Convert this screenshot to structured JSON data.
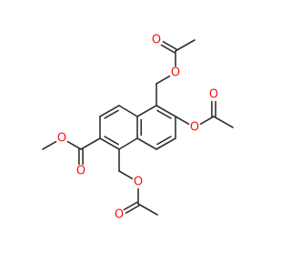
{
  "molecule": {
    "atom_color_oxygen": "#ff0d0d",
    "bond_color": "#303030",
    "background_color": "#ffffff",
    "atoms": [
      {
        "id": "o1",
        "label": "O"
      },
      {
        "id": "o2",
        "label": "O"
      },
      {
        "id": "o3",
        "label": "O"
      },
      {
        "id": "o4",
        "label": "O"
      },
      {
        "id": "o5",
        "label": "O"
      },
      {
        "id": "o6",
        "label": "O"
      },
      {
        "id": "o7",
        "label": "O"
      },
      {
        "id": "o8",
        "label": "O"
      }
    ]
  }
}
